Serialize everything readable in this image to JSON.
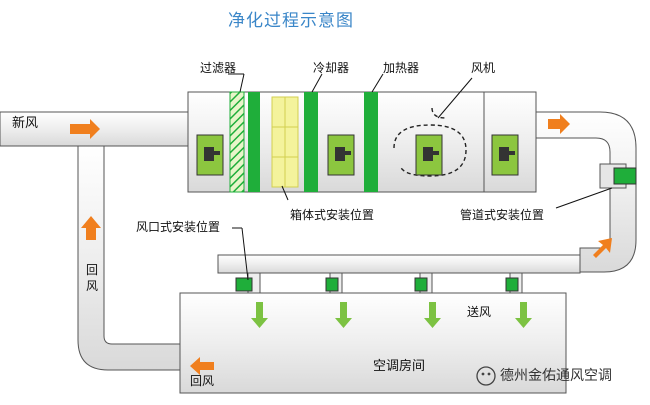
{
  "title": "净化过程示意图",
  "labels": {
    "filter": "过滤器",
    "cooler": "冷却器",
    "heater": "加热器",
    "fan": "风机",
    "fresh_air": "新风",
    "return_air_vertical": "回风",
    "return_air": "回风",
    "supply_air": "送风",
    "room": "空调房间",
    "outlet_install": "风口式安装位置",
    "box_install": "箱体式安装位置",
    "duct_install": "管道式安装位置"
  },
  "watermark": "德州金佑通风空调",
  "colors": {
    "duct_fill": "#f2f2f2",
    "duct_stroke": "#555555",
    "arrow": "#f07f1e",
    "device_green": "#1fae3a",
    "device_light": "#8cc63f",
    "filter_yellow": "#f4f39c",
    "title_blue": "#3a86c8"
  },
  "icons": {
    "arrows": "orange-flow-arrow",
    "supply": "green-down-arrow",
    "purifier": "purifier-module-icon",
    "logo": "wechat-logo-icon"
  }
}
